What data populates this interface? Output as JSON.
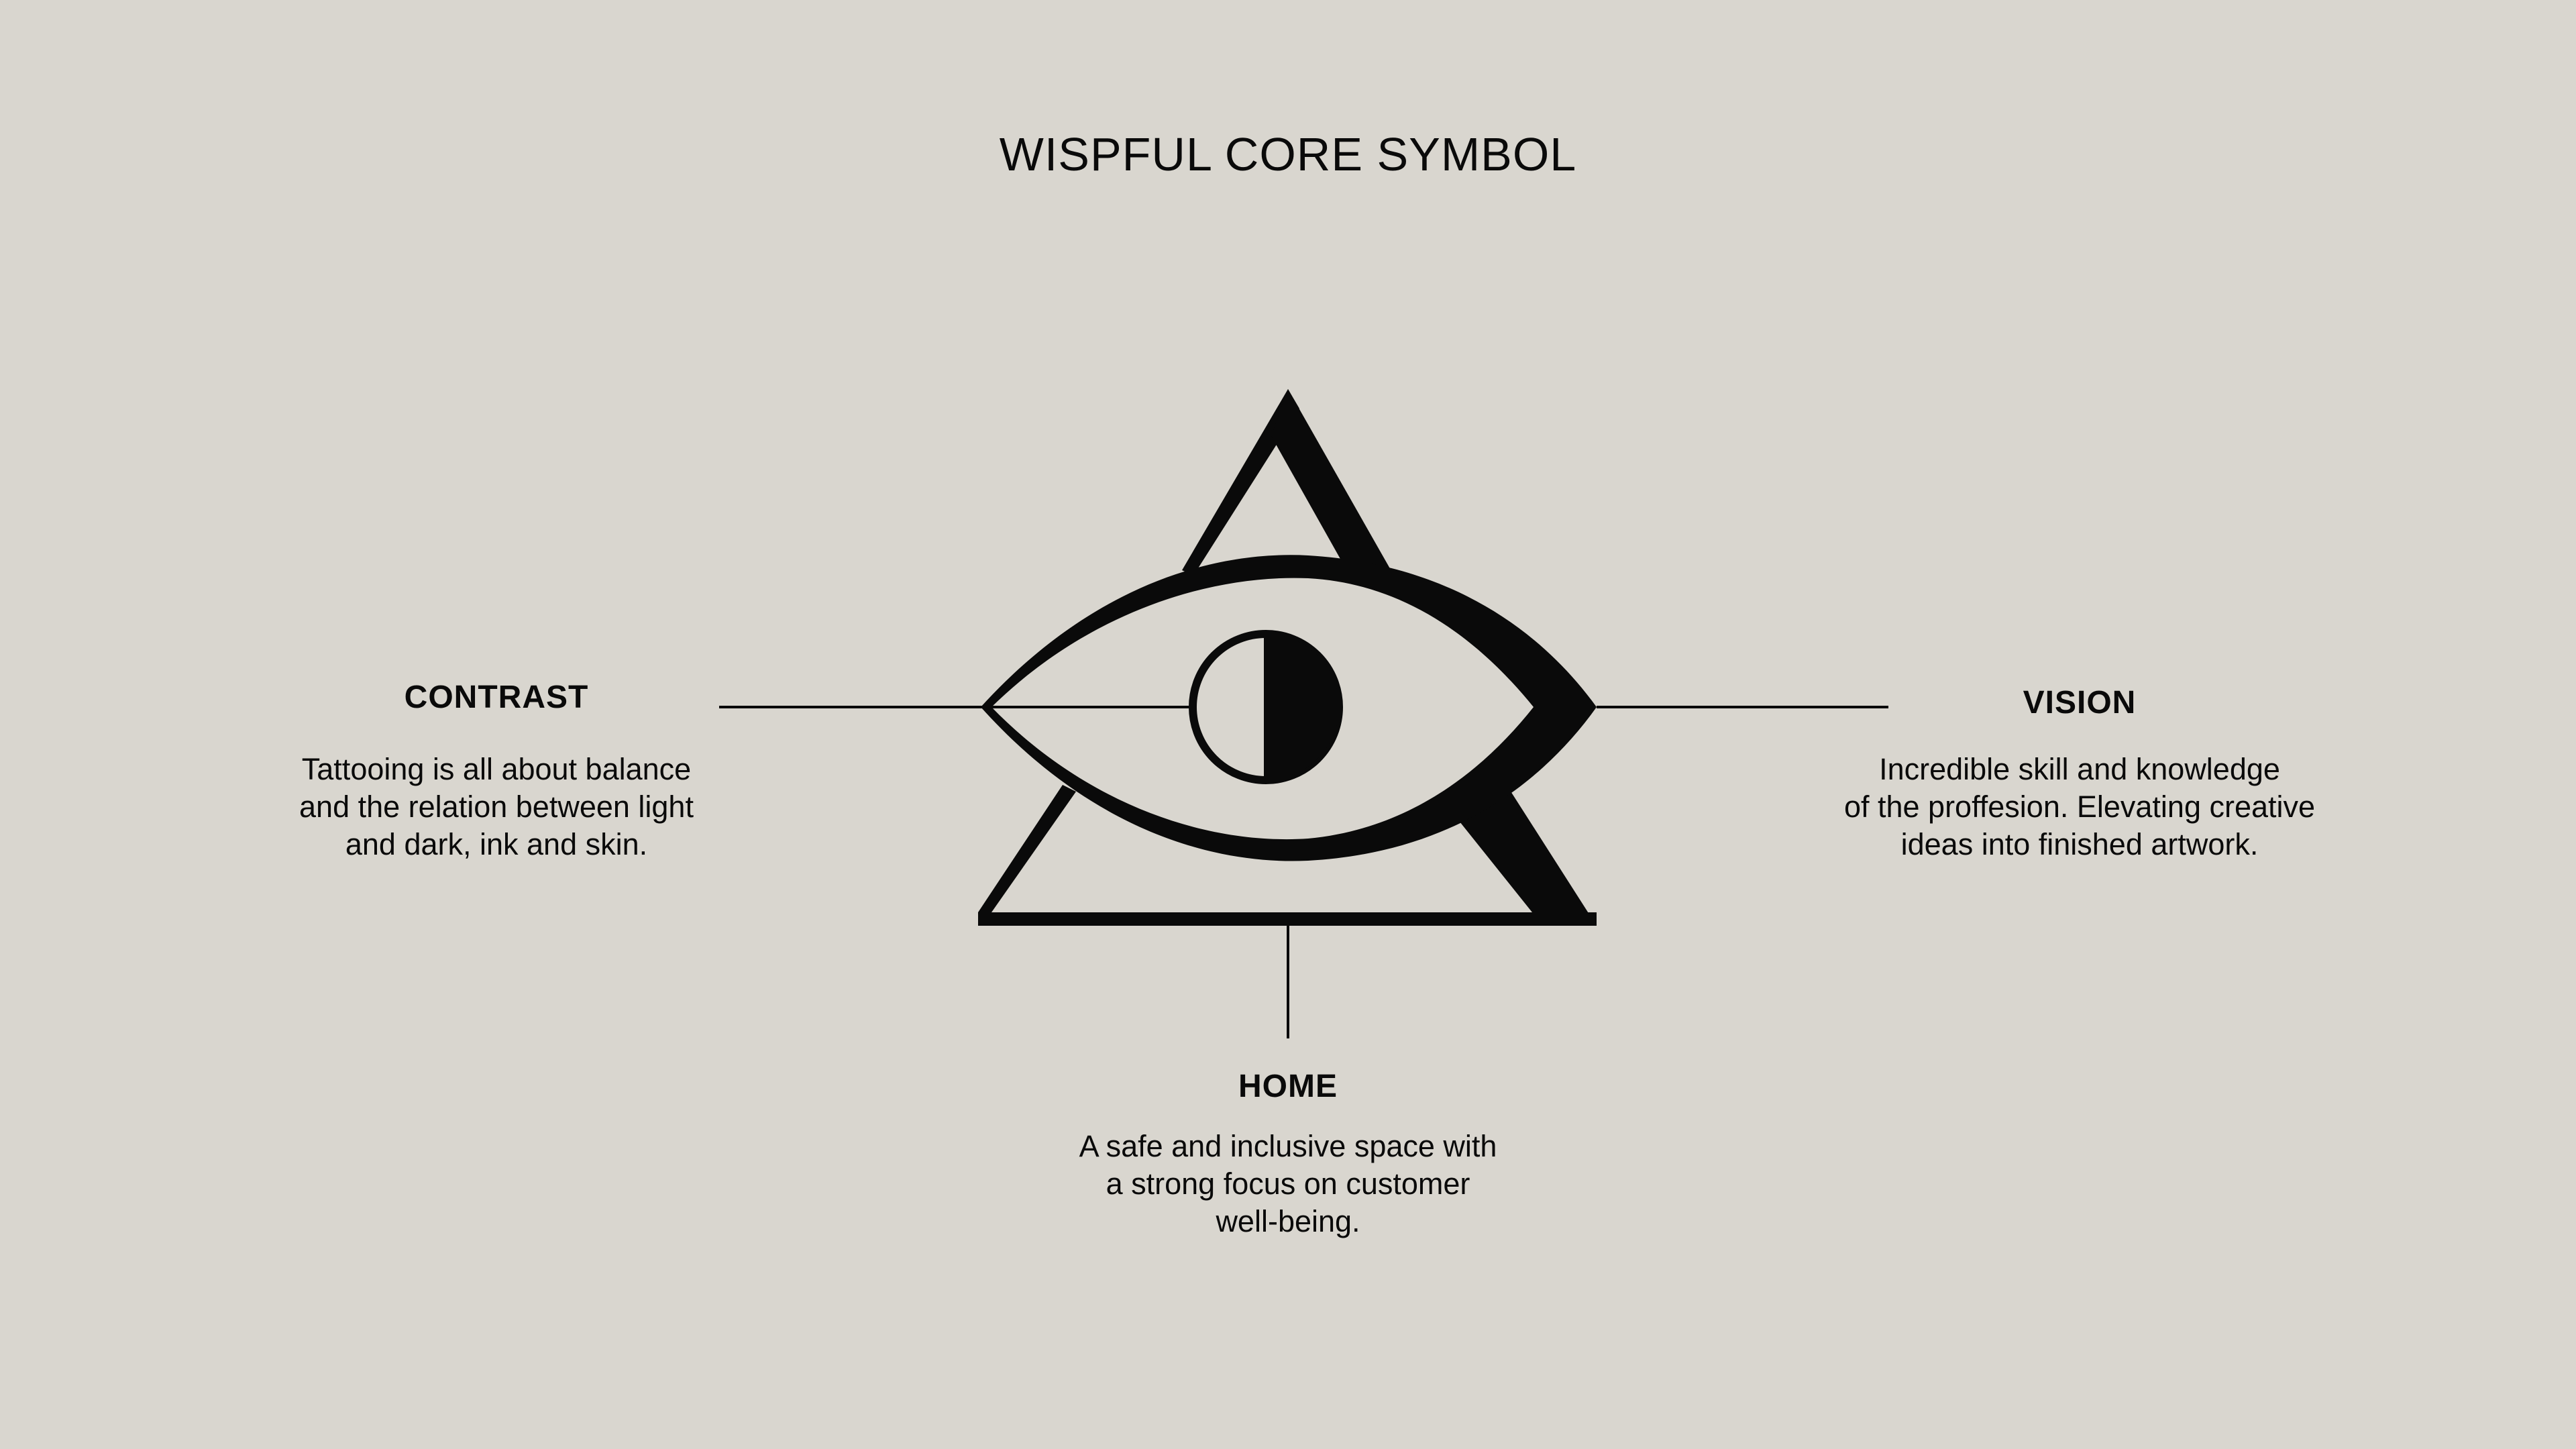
{
  "title": "WISPFUL CORE SYMBOL",
  "symbol_icon": "eye-in-triangle-icon",
  "colors": {
    "background": "#d9d6cf",
    "ink": "#0a0a0a"
  },
  "annotations": {
    "contrast": {
      "heading": "CONTRAST",
      "lines": [
        "Tattooing is all about balance",
        "and the relation between light",
        "and dark, ink and skin."
      ]
    },
    "vision": {
      "heading": "VISION",
      "lines": [
        "Incredible skill and knowledge",
        "of the proffesion. Elevating creative",
        "ideas into finished artwork."
      ]
    },
    "home": {
      "heading": "HOME",
      "lines": [
        "A safe and inclusive space with",
        "a strong focus on customer",
        "well-being."
      ]
    }
  }
}
